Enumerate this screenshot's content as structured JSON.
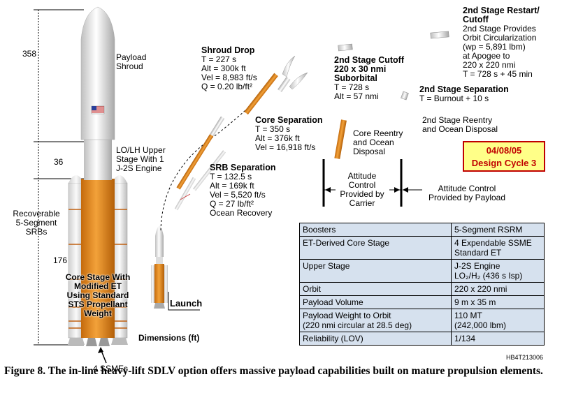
{
  "dimensions": {
    "d358": "358",
    "d36": "36",
    "d176": "176",
    "title": "Dimensions (ft)"
  },
  "vehicle_labels": {
    "payload_shroud": "Payload\nShroud",
    "upper_stage": "LO/LH Upper\nStage With 1\nJ-2S Engine",
    "srbs": "Recoverable\n5-Segment\nSRBs",
    "core_stage": "Core Stage With\nModified ET\nUsing Standard\nSTS Propellant\nWeight",
    "ssmes": "4 SSMEs",
    "launch": "Launch"
  },
  "events": {
    "srb_sep": {
      "title": "SRB Separation",
      "lines": [
        "T = 132.5 s",
        "Alt = 169k ft",
        "Vel = 5,520 ft/s",
        "Q = 27 lb/ft²",
        "Ocean Recovery"
      ]
    },
    "core_sep": {
      "title": "Core Separation",
      "lines": [
        "T = 350 s",
        "Alt = 376k ft",
        "Vel = 16,918 ft/s"
      ]
    },
    "shroud": {
      "title": "Shroud Drop",
      "lines": [
        "T = 227 s",
        "Alt = 300k ft",
        "Vel = 8,983 ft/s",
        "Q = 0.20 lb/ft²"
      ]
    },
    "cutoff": {
      "title1": "2nd Stage Cutoff",
      "title2": "220 x 30 nmi",
      "title3": "Suborbital",
      "lines": [
        "T = 728 s",
        "Alt = 57 nmi"
      ]
    },
    "restart": {
      "title1": "2nd Stage Restart/",
      "title2": "Cutoff",
      "lines": [
        "2nd Stage Provides",
        "Orbit Circularization",
        "(wp = 5,891  lbm)",
        "at Apogee to",
        "220 x 220 nmi",
        "T = 728 s + 45 min"
      ]
    },
    "stage2_sep": {
      "title": "2nd Stage Separation",
      "lines": [
        "T = Burnout + 10 s"
      ]
    },
    "core_reentry": "Core Reentry\nand Ocean\nDisposal",
    "stage2_reentry": "2nd Stage Reentry\nand Ocean Disposal",
    "attitude_carrier": "Attitude\nControl\nProvided by\nCarrier",
    "attitude_payload": "Attitude Control\nProvided by Payload"
  },
  "date_box": {
    "line1": "04/08/05",
    "line2": "Design Cycle 3"
  },
  "spec_table": [
    {
      "label": "Boosters",
      "value": "5-Segment RSRM"
    },
    {
      "label": "ET-Derived Core Stage",
      "value": "4 Expendable SSME\nStandard ET"
    },
    {
      "label": "Upper Stage",
      "value": "J-2S Engine\nLO₂/H₂ (436 s Isp)"
    },
    {
      "label": "Orbit",
      "value": "220 x 220 nmi"
    },
    {
      "label": "Payload Volume",
      "value": "9 m x 35 m"
    },
    {
      "label": "Payload Weight to Orbit\n(220 nmi circular at 28.5 deg)",
      "value": "110 MT\n(242,000 lbm)"
    },
    {
      "label": "Reliability (LOV)",
      "value": "1/134"
    }
  ],
  "doc_id": "HB4T213006",
  "caption": "Figure 8. The in-line heavy-lift SDLV option offers massive payload capabilities built on mature propulsion elements.",
  "colors": {
    "orange": "#e38a1f",
    "white": "#eeeeee",
    "table_bg": "#d6e1ee",
    "date_bg": "#ffff88",
    "date_text": "#c00000"
  }
}
